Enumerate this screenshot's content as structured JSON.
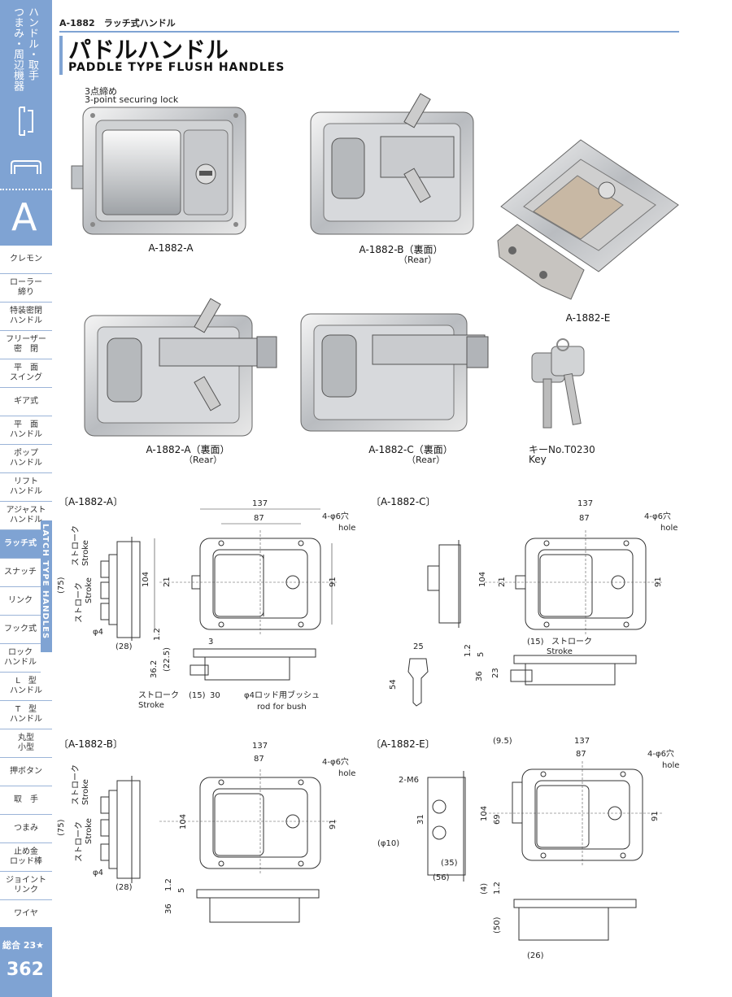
{
  "sidebar": {
    "top_label_1": "ハンドル・取手",
    "top_label_2": "つまみ・周辺機器",
    "letter": "A",
    "latch_band": "LATCH TYPE HANDLES",
    "categories": [
      {
        "label": "クレモン"
      },
      {
        "label": "ローラー\n締り"
      },
      {
        "label": "特装密閉\nハンドル"
      },
      {
        "label": "フリーザー\n密　閉"
      },
      {
        "label": "平　面\nスイング"
      },
      {
        "label": "ギア式"
      },
      {
        "label": "平　面\nハンドル"
      },
      {
        "label": "ポップ\nハンドル"
      },
      {
        "label": "リフト\nハンドル"
      },
      {
        "label": "アジャスト\nハンドル"
      },
      {
        "label": "ラッチ式"
      },
      {
        "label": "スナッチ"
      },
      {
        "label": "リンク"
      },
      {
        "label": "フック式"
      },
      {
        "label": "ロック\nハンドル"
      },
      {
        "label": "L　型\nハンドル"
      },
      {
        "label": "T　型\nハンドル"
      },
      {
        "label": "丸型\n小型"
      },
      {
        "label": "押ボタン"
      },
      {
        "label": "取　手"
      },
      {
        "label": "つまみ"
      },
      {
        "label": "止め金\nロッド棒"
      },
      {
        "label": "ジョイント\nリンク"
      },
      {
        "label": "ワイヤ"
      }
    ],
    "footer_label": "総合 23★",
    "page_number": "362"
  },
  "header": {
    "code": "A-1882　ラッチ式ハンドル",
    "title_jp": "パドルハンドル",
    "title_en": "PADDLE TYPE FLUSH HANDLES"
  },
  "photos": {
    "note_jp": "3点締め",
    "note_en": "3-point securing lock",
    "a": "A-1882-A",
    "b": "A-1882-B（裏面）",
    "b_sub": "（Rear）",
    "e": "A-1882-E",
    "a_rear": "A-1882-A（裏面）",
    "a_rear_sub": "（Rear）",
    "c_rear": "A-1882-C（裏面）",
    "c_rear_sub": "（Rear）",
    "key": "キーNo.T0230",
    "key_sub": "Key"
  },
  "drawings": {
    "a_title": "〔A-1882-A〕",
    "c_title": "〔A-1882-C〕",
    "b_title": "〔A-1882-B〕",
    "e_title": "〔A-1882-E〕",
    "d137": "137",
    "d87": "87",
    "d104": "104",
    "d91": "91",
    "d21": "21",
    "d75": "(75)",
    "d15": "(15)",
    "phi4": "φ4",
    "d28": "(28)",
    "hole_jp": "4-φ6穴",
    "hole_en": "hole",
    "stroke_jp": "ストローク",
    "stroke_en": "Stroke",
    "d12": "1.2",
    "d3": "3",
    "d5": "5",
    "d362": "36.2",
    "d225": "(22.5)",
    "d30": "30",
    "bush_jp": "φ4ロッド用ブッシュ",
    "bush_en": "rod for bush",
    "d25": "25",
    "d54": "54",
    "d23": "23",
    "d36": "36",
    "d95": "(9.5)",
    "m6": "2-M6",
    "d31": "31",
    "d69": "69",
    "phi10": "(φ10)",
    "d35": "(35)",
    "d56": "(56)",
    "d4": "(4)",
    "d50": "(50)",
    "d26": "(26)"
  }
}
